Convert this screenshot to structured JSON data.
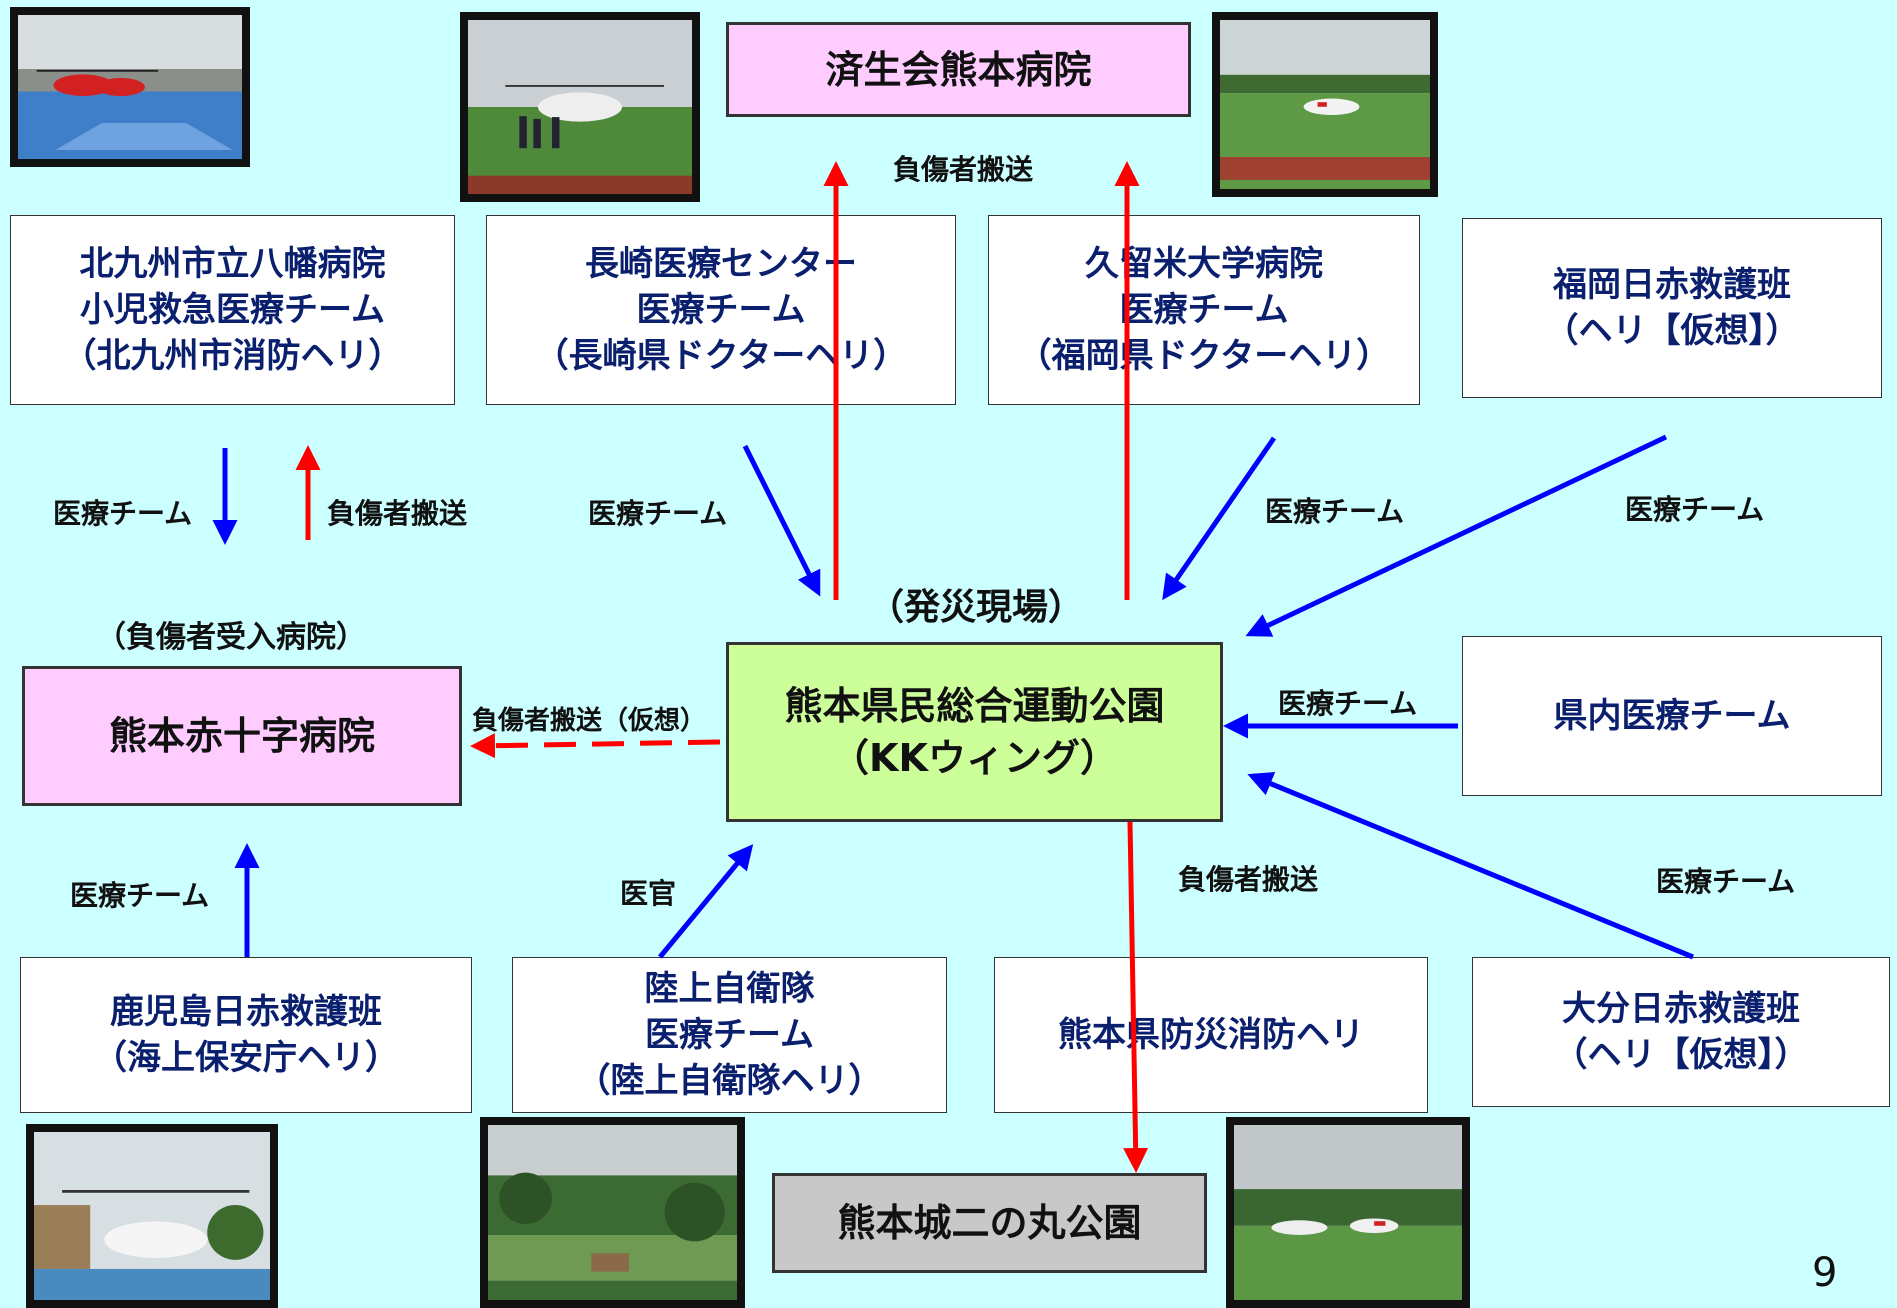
{
  "boxes": {
    "saiseikai": "済生会熊本病院",
    "kitakyushu": [
      "北九州市立八幡病院",
      "小児救急医療チーム",
      "（北九州市消防ヘリ）"
    ],
    "nagasaki": [
      "長崎医療センター",
      "医療チーム",
      "（長崎県ドクターヘリ）"
    ],
    "kurume": [
      "久留米大学病院",
      "医療チーム",
      "（福岡県ドクターヘリ）"
    ],
    "fukuoka": [
      "福岡日赤救護班",
      "（ヘリ【仮想】）"
    ],
    "red_cross_hospital": "熊本赤十字病院",
    "main_site": [
      "熊本県民総合運動公園",
      "（KKウィング）"
    ],
    "prefecture_team": "県内医療チーム",
    "kagoshima": [
      "鹿児島日赤救護班",
      "（海上保安庁ヘリ）"
    ],
    "sdf": [
      "陸上自衛隊",
      "医療チーム",
      "（陸上自衛隊ヘリ）"
    ],
    "fire_heli": "熊本県防災消防ヘリ",
    "oita": [
      "大分日赤救護班",
      "（ヘリ【仮想】）"
    ],
    "ninomaru": "熊本城二の丸公園"
  },
  "labels": {
    "top_transport": "負傷者搬送",
    "left_team": "医療チーム",
    "left_transport": "負傷者搬送",
    "nagasaki_team": "医療チーム",
    "kurume_team": "医療チーム",
    "fukuoka_team": "医療チーム",
    "disaster_site": "（発災現場）",
    "receiving_hospital": "（負傷者受入病院）",
    "virtual_transport": "負傷者搬送（仮想）",
    "prefecture_team": "医療チーム",
    "kagoshima_team": "医療チーム",
    "sdf_officer": "医官",
    "fire_transport": "負傷者搬送",
    "oita_team": "医療チーム"
  },
  "page_number": "9",
  "colors": {
    "background": "#ccffff",
    "team_arrow": "#0000ff",
    "transport_arrow": "#ff0000"
  }
}
